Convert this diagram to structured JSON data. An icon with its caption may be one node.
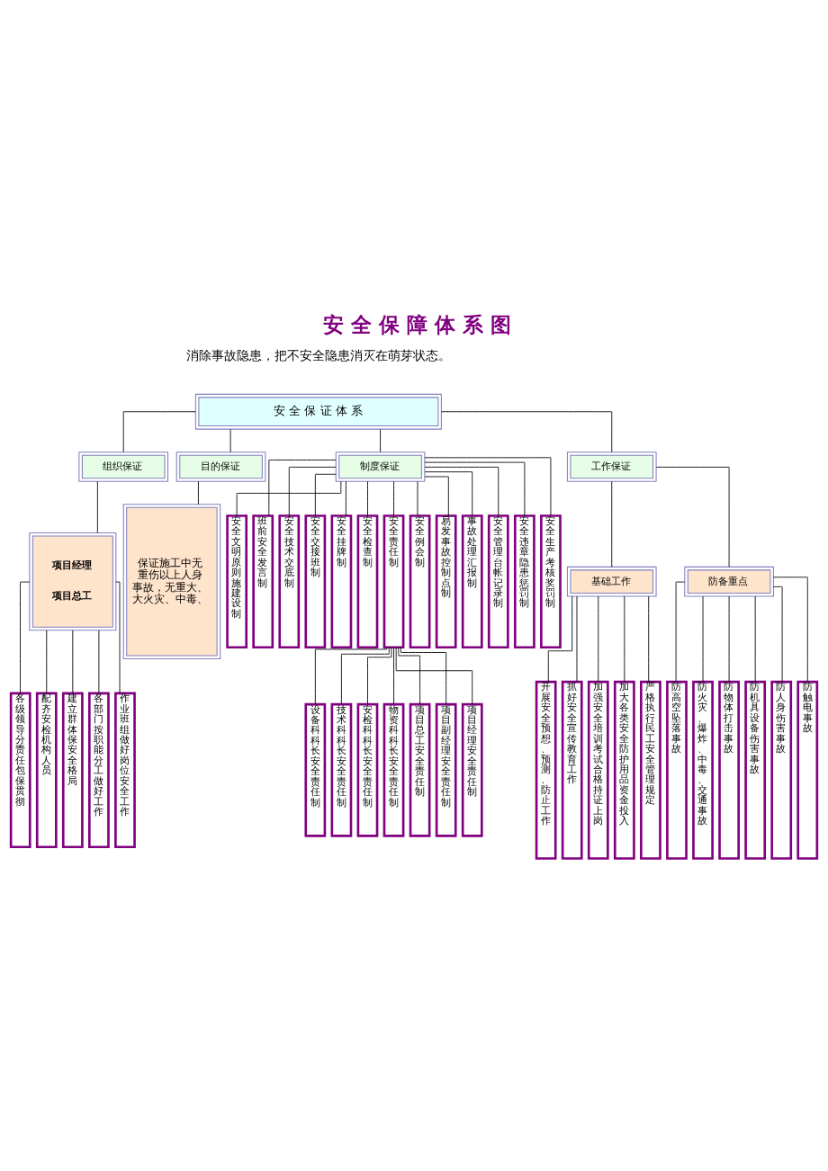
{
  "diagram": {
    "title": "安 全 保 障 体 系 图",
    "nodes": [
      {
        "text": [
          "安 全 保 证 体 系"
        ]
      },
      {
        "text": [
          "组织保证"
        ]
      },
      {
        "text": [
          "目的保证"
        ]
      },
      {
        "text": [
          "制度保证"
        ]
      },
      {
        "text": [
          "工作保证"
        ]
      },
      {
        "text": [
          "项目经理",
          "项目总工"
        ]
      },
      {
        "text": [
          "保证施工中无重伤以上人身事故，无重大、大火灾、中毒、"
        ]
      },
      {
        "text": [
          "基础工作"
        ]
      },
      {
        "text": [
          "防备重点"
        ]
      },
      {
        "text": [
          "各级领导分责任包保贯彻"
        ]
      },
      {
        "text": [
          "配齐安检机构人员"
        ]
      },
      {
        "text": [
          "建立群体保安全格局"
        ]
      },
      {
        "text": [
          "各部门按职能分工做好工作"
        ]
      },
      {
        "text": [
          "作业班组做好岗位安全工作"
        ]
      },
      {
        "text": [
          "开展安全预想、预测、防止工作"
        ]
      },
      {
        "text": [
          "抓好安全宣传教育工作"
        ]
      },
      {
        "text": [
          "加强安全培训考试合格持证上岗"
        ]
      },
      {
        "text": [
          "加大各类安全防护用品资金投入"
        ]
      },
      {
        "text": [
          "严格执行民工安全管理规定"
        ]
      },
      {
        "text": [
          "防高空坠落事故"
        ]
      },
      {
        "text": [
          "防火灾、爆炸、中毒、交通事故"
        ]
      },
      {
        "text": [
          "防物体打击事故"
        ]
      },
      {
        "text": [
          "防机具设备伤害事故"
        ]
      },
      {
        "text": [
          "防人身伤害事故"
        ]
      },
      {
        "text": [
          "防触电事故"
        ]
      },
      {
        "text": [
          "安全文明原则施建设制"
        ]
      },
      {
        "text": [
          "班前安全发言制"
        ]
      },
      {
        "text": [
          "安全技术交底制"
        ]
      },
      {
        "text": [
          "安全交接班制"
        ]
      },
      {
        "text": [
          "安全挂牌制"
        ]
      },
      {
        "text": [
          "安全检查制"
        ]
      },
      {
        "text": [
          "安全责任制"
        ]
      },
      {
        "text": [
          "安全例会制"
        ]
      },
      {
        "text": [
          "易发事故控制点制"
        ]
      },
      {
        "text": [
          "事故处理汇报制"
        ]
      },
      {
        "text": [
          "安全管理台帐记录制"
        ]
      },
      {
        "text": [
          "安全违章隐患惩罚制"
        ]
      },
      {
        "text": [
          "安全生产考核奖罚制"
        ]
      },
      {
        "text": [
          "设备科科长安全责任制"
        ]
      },
      {
        "text": [
          "技术科科长安全责任制"
        ]
      },
      {
        "text": [
          "安检科科长安全责任制"
        ]
      },
      {
        "text": [
          "物资科科长安全责任制"
        ]
      },
      {
        "text": [
          "项目总工安全责任制"
        ]
      },
      {
        "text": [
          "项目副经理安全责任制"
        ]
      },
      {
        "text": [
          "项目经理安全责任制"
        ]
      }
    ],
    "edges": [
      {
        "from": 0,
        "to": 1,
        "arrow": "none"
      },
      {
        "from": 0,
        "to": 2,
        "arrow": "none"
      },
      {
        "from": 0,
        "to": 3,
        "arrow": "none"
      },
      {
        "from": 0,
        "to": 4,
        "arrow": "none"
      },
      {
        "from": 1,
        "to": 5,
        "arrow": "none"
      },
      {
        "from": 2,
        "to": 6,
        "arrow": "none"
      },
      {
        "from": 4,
        "to": 7,
        "arrow": "none"
      },
      {
        "from": 4,
        "to": 8,
        "arrow": "none"
      },
      {
        "from": 5,
        "to": 9,
        "arrow": "none"
      },
      {
        "from": 5,
        "to": 10,
        "arrow": "none"
      },
      {
        "from": 5,
        "to": 11,
        "arrow": "none"
      },
      {
        "from": 5,
        "to": 12,
        "arrow": "none"
      },
      {
        "from": 5,
        "to": 13,
        "arrow": "none"
      },
      {
        "from": 7,
        "to": 14,
        "arrow": "none"
      },
      {
        "from": 7,
        "to": 15,
        "arrow": "none"
      },
      {
        "from": 7,
        "to": 16,
        "arrow": "none"
      },
      {
        "from": 7,
        "to": 17,
        "arrow": "none"
      },
      {
        "from": 7,
        "to": 18,
        "arrow": "none"
      },
      {
        "from": 8,
        "to": 19,
        "arrow": "none"
      },
      {
        "from": 8,
        "to": 20,
        "arrow": "none"
      },
      {
        "from": 8,
        "to": 21,
        "arrow": "none"
      },
      {
        "from": 8,
        "to": 22,
        "arrow": "none"
      },
      {
        "from": 8,
        "to": 23,
        "arrow": "none"
      },
      {
        "from": 8,
        "to": 24,
        "arrow": "none"
      },
      {
        "from": 3,
        "to": 25,
        "arrow": "none"
      },
      {
        "from": 3,
        "to": 26,
        "arrow": "none"
      },
      {
        "from": 3,
        "to": 27,
        "arrow": "none"
      },
      {
        "from": 3,
        "to": 28,
        "arrow": "none"
      },
      {
        "from": 3,
        "to": 29,
        "arrow": "none"
      },
      {
        "from": 3,
        "to": 30,
        "arrow": "none"
      },
      {
        "from": 3,
        "to": 31,
        "arrow": "none"
      },
      {
        "from": 3,
        "to": 32,
        "arrow": "none"
      },
      {
        "from": 3,
        "to": 33,
        "arrow": "none"
      },
      {
        "from": 3,
        "to": 34,
        "arrow": "none"
      },
      {
        "from": 3,
        "to": 35,
        "arrow": "none"
      },
      {
        "from": 3,
        "to": 36,
        "arrow": "none"
      },
      {
        "from": 3,
        "to": 37,
        "arrow": "none"
      },
      {
        "from": 31,
        "to": 38,
        "arrow": "none"
      },
      {
        "from": 31,
        "to": 39,
        "arrow": "none"
      },
      {
        "from": 31,
        "to": 40,
        "arrow": "none"
      },
      {
        "from": 31,
        "to": 41,
        "arrow": "none"
      },
      {
        "from": 31,
        "to": 42,
        "arrow": "none"
      },
      {
        "from": 31,
        "to": 43,
        "arrow": "none"
      },
      {
        "from": 31,
        "to": 44,
        "arrow": "none"
      }
    ],
    "labels": [
      "消除事故隐患，把不安全隐患消灭在萌芽状态。"
    ]
  }
}
